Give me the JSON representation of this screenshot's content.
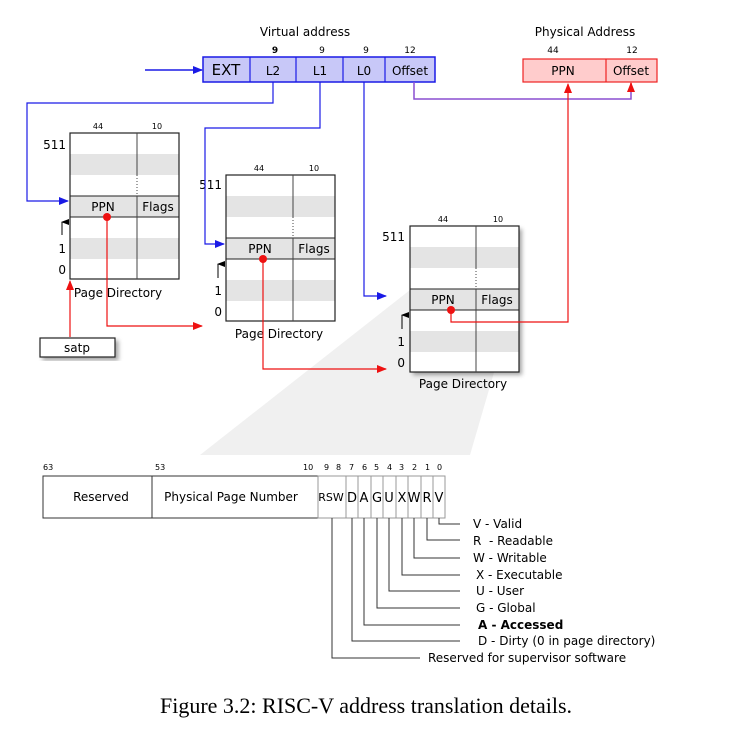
{
  "virtual_address": {
    "title": "Virtual address",
    "fields": [
      {
        "label": "EXT",
        "bits": ""
      },
      {
        "label": "L2",
        "bits": "9"
      },
      {
        "label": "L1",
        "bits": "9"
      },
      {
        "label": "L0",
        "bits": "9"
      },
      {
        "label": "Offset",
        "bits": "12"
      }
    ]
  },
  "physical_address": {
    "title": "Physical Address",
    "fields": [
      {
        "label": "PPN",
        "bits": "44"
      },
      {
        "label": "Offset",
        "bits": "12"
      }
    ]
  },
  "page_directories": [
    {
      "title": "Page Directory",
      "ppn_label": "PPN",
      "flags_label": "Flags",
      "ppn_bits": "44",
      "flags_bits": "10",
      "top_index": "511",
      "index_one": "1",
      "index_zero": "0"
    },
    {
      "title": "Page Directory",
      "ppn_label": "PPN",
      "flags_label": "Flags",
      "ppn_bits": "44",
      "flags_bits": "10",
      "top_index": "511",
      "index_one": "1",
      "index_zero": "0"
    },
    {
      "title": "Page Directory",
      "ppn_label": "PPN",
      "flags_label": "Flags",
      "ppn_bits": "44",
      "flags_bits": "10",
      "top_index": "511",
      "index_one": "1",
      "index_zero": "0"
    }
  ],
  "satp_label": "satp",
  "pte": {
    "bit_positions": [
      "63",
      "53",
      "10",
      "9",
      "8",
      "7",
      "6",
      "5",
      "4",
      "3",
      "2",
      "1",
      "0"
    ],
    "fields": {
      "reserved": "Reserved",
      "ppn": "Physical Page Number",
      "rsw": "RSW",
      "d": "D",
      "a": "A",
      "g": "G",
      "u": "U",
      "x": "X",
      "w": "W",
      "r": "R",
      "v": "V"
    },
    "legend": [
      "V - Valid",
      "R  - Readable",
      "W - Writable",
      "X - Executable",
      "U - User",
      "G - Global",
      "A - Accessed",
      "D - Dirty (0 in page directory)",
      "Reserved for supervisor software"
    ]
  },
  "caption": "Figure 3.2: RISC-V address translation details.",
  "colors": {
    "virtual_fill": "#c8c8f8",
    "virtual_stroke": "#1a1ae6",
    "physical_fill": "#ffcccc",
    "physical_stroke": "#ee2222",
    "pointer_blue": "#1a1ae6",
    "pointer_red": "#ee1111",
    "row_highlight": "#e4e4e4"
  }
}
